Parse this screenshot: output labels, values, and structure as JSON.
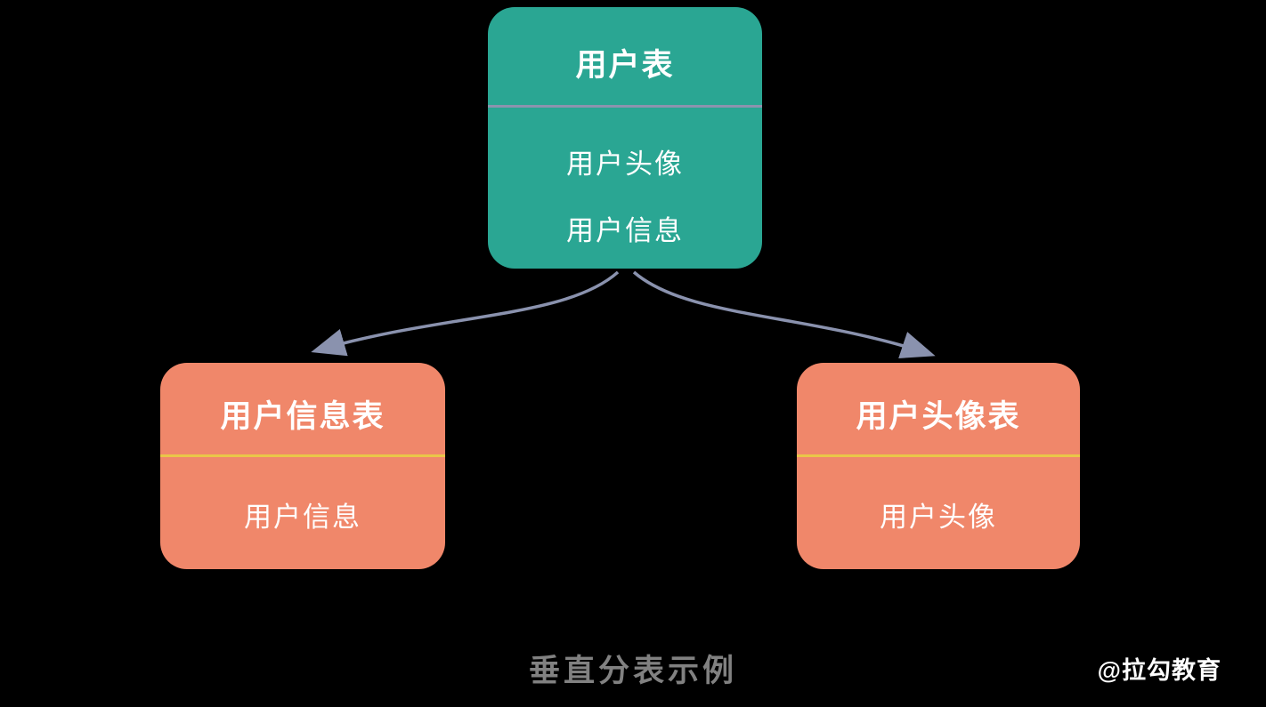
{
  "diagram": {
    "caption": "垂直分表示例",
    "watermark": "@拉勾教育",
    "nodes": {
      "user_table": {
        "title": "用户表",
        "fields": [
          "用户头像",
          "用户信息"
        ]
      },
      "user_info_table": {
        "title": "用户信息表",
        "fields": [
          "用户信息"
        ]
      },
      "user_avatar_table": {
        "title": "用户头像表",
        "fields": [
          "用户头像"
        ]
      }
    },
    "colors": {
      "background": "#000000",
      "user_table_bg": "#2AA693",
      "child_table_bg": "#F0876A",
      "user_table_divider": "#8C93AE",
      "child_table_divider": "#E9C648",
      "arrow": "#8A92AE",
      "caption": "#818181",
      "watermark": "#FFFFFF"
    }
  }
}
